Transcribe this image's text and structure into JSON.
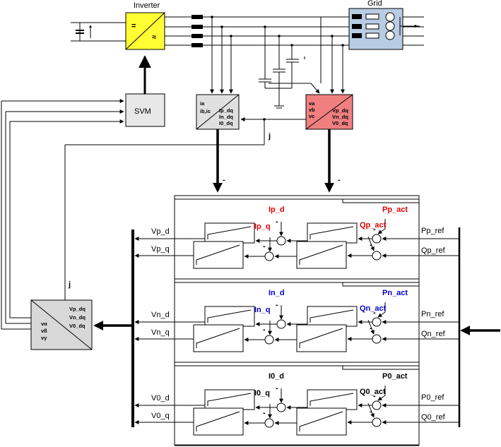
{
  "labels": {
    "inverter_title": "Inverter",
    "grid_title": "Grid",
    "svm": "SVM",
    "inv_sym_dc": "=",
    "inv_sym_ac": "≈",
    "angle_j": "j",
    "minus": "-"
  },
  "current_block": {
    "inputs": [
      "ia",
      "ib,ic"
    ],
    "outputs": [
      "Ip_dq",
      "In_dq",
      "I0_dq"
    ]
  },
  "voltage_block": {
    "inputs": [
      "va",
      "vb",
      "vc"
    ],
    "outputs": [
      "Vp_dq",
      "Vn_dq",
      "V0_dq"
    ]
  },
  "output_block": {
    "inputs": [
      "Vp_dq",
      "Vn_dq",
      "V0_dq"
    ],
    "outputs": [
      "vα",
      "vß",
      "vγ"
    ]
  },
  "sequences": [
    {
      "id": "p",
      "color": "#e00000",
      "I_d": "Ip_d",
      "I_q": "Ip_q",
      "P_act": "Pp_act",
      "Q_act": "Qp_act",
      "P_ref": "Pp_ref",
      "Q_ref": "Qp_ref",
      "V_d": "Vp_d",
      "V_q": "Vp_q"
    },
    {
      "id": "n",
      "color": "#0000d0",
      "I_d": "In_d",
      "I_q": "In_q",
      "P_act": "Pn_act",
      "Q_act": "Qn_act",
      "P_ref": "Pn_ref",
      "Q_ref": "Qn_ref",
      "V_d": "Vn_d",
      "V_q": "Vn_q"
    },
    {
      "id": "0",
      "color": "#000000",
      "I_d": "I0_d",
      "I_q": "I0_q",
      "P_act": "P0_act",
      "Q_act": "Q0_act",
      "P_ref": "P0_ref",
      "Q_ref": "Q0_ref",
      "V_d": "V0_d",
      "V_q": "V0_q"
    }
  ],
  "colors": {
    "inverter": "#ffff33",
    "grid": "#b8cce4",
    "svm": "#e8e8e8",
    "current_block": "#e0e0e0",
    "voltage_block": "#f08080",
    "output_block": "#d8d8d8"
  }
}
